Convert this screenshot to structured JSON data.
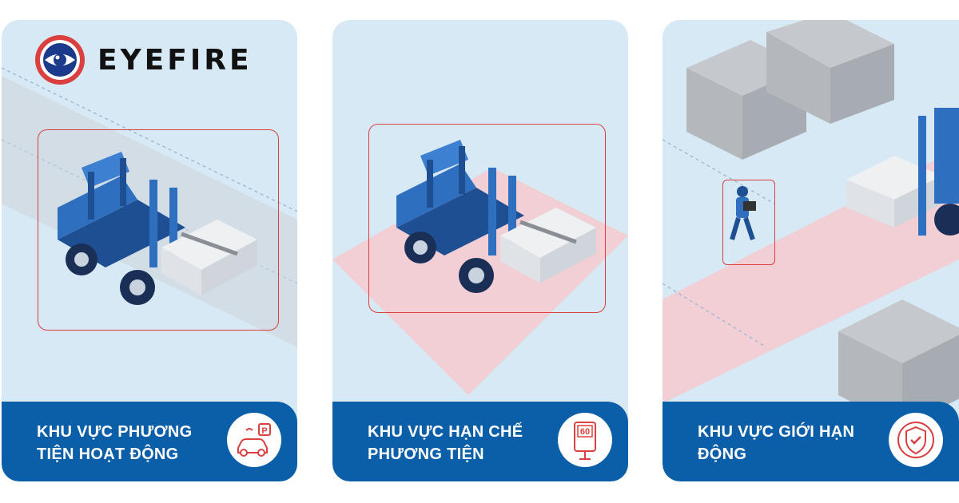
{
  "brand": {
    "name": "EYEFIRE",
    "logo_icon": "eye-target-icon",
    "color_red": "#d9403f",
    "color_navy": "#1b3a8c"
  },
  "cards": [
    {
      "title": "KHU VỰC PHƯƠNG TIỆN HOẠT ĐỘNG",
      "line1": "KHU VỰC PHƯƠNG",
      "line2": "TIỆN HOẠT ĐỘNG",
      "icon": "car-parking-icon"
    },
    {
      "title": "KHU VỰC HẠN CHẾ PHƯƠNG TIỆN",
      "line1": "KHU VỰC HẠN CHẾ",
      "line2": "PHƯƠNG TIỆN",
      "icon": "speed-limit-sign-icon",
      "sign_value": "60"
    },
    {
      "title": "KHU VỰC GIỚI HẠN ĐỘNG",
      "line1": "KHU VỰC GIỚI HẠN",
      "line2": "ĐỘNG",
      "icon": "shield-check-icon"
    }
  ],
  "colors": {
    "card_bg": "#d6e9f5",
    "banner": "#0b5ea8",
    "forklift": "#2f6fbf",
    "zone_pink": "#f7c9cf"
  }
}
